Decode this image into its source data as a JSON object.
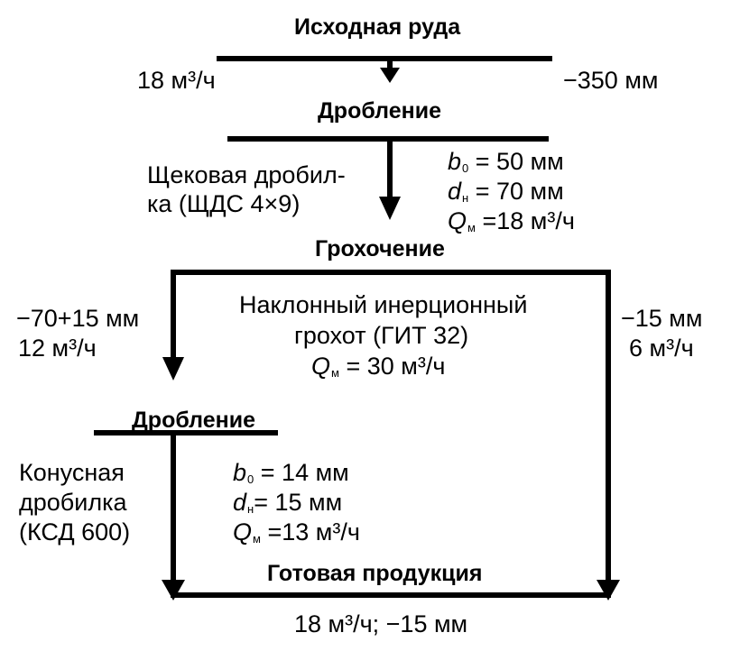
{
  "ore": {
    "title": "Исходная руда",
    "flow": "18 м³/ч",
    "size": "−350 мм"
  },
  "stage1": {
    "title": "Дробление",
    "equipment_line1": "Щековая дробил-",
    "equipment_line2": "ка (ЩДС 4×9)",
    "b0": "= 50 мм",
    "dn": "= 70 мм",
    "Qm": "=18 м³/ч"
  },
  "screening": {
    "title": "Грохочение",
    "equipment_line1": "Наклонный инерционный",
    "equipment_line2": "грохот (ГИТ 32)",
    "Qm": "= 30 м³/ч",
    "left_size": "−70+15 мм",
    "left_flow": "12 м³/ч",
    "right_size": "−15 мм",
    "right_flow": "6 м³/ч"
  },
  "stage2": {
    "title": "Дробление",
    "equipment_line1": "Конусная",
    "equipment_line2": "дробилка",
    "equipment_line3": "(КСД 600)",
    "b0": "= 14 мм",
    "dn": "= 15 мм",
    "Qm": "=13 м³/ч"
  },
  "product": {
    "title": "Готовая продукция",
    "summary": "18 м³/ч;  −15 мм"
  },
  "symbols": {
    "b": "b",
    "b_sub": "0",
    "d": "d",
    "d_sub": "н",
    "Q": "Q",
    "Q_sub": "м"
  }
}
